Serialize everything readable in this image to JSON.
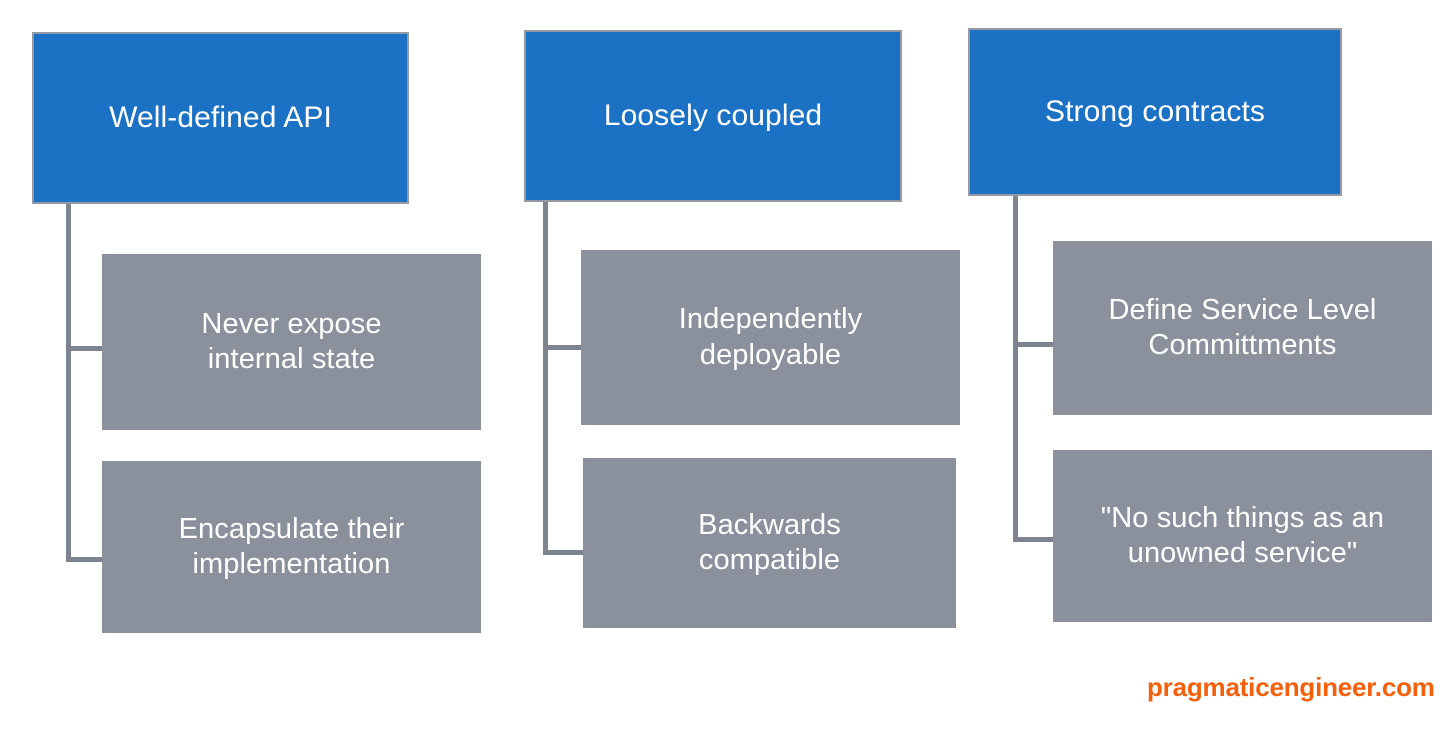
{
  "diagram": {
    "background_color": "#ffffff",
    "top_box_color": "#1b72c4",
    "leaf_box_color": "#8a919c",
    "connector_color": "#7c858f",
    "text_color": "#ffffff",
    "columns": [
      {
        "id": "well-defined-api",
        "heading": "Well-defined API",
        "leaves": [
          "Never expose\ninternal state",
          "Encapsulate their\nimplementation"
        ]
      },
      {
        "id": "loosely-coupled",
        "heading": "Loosely coupled",
        "leaves": [
          "Independently\ndeployable",
          "Backwards\ncompatible"
        ]
      },
      {
        "id": "strong-contracts",
        "heading": "Strong contracts",
        "leaves": [
          "Define Service Level\nCommittments",
          "\"No such things as an\nunowned service\""
        ]
      }
    ]
  },
  "watermark": {
    "text": "pragmaticengineer.com",
    "color": "#f4600c"
  }
}
